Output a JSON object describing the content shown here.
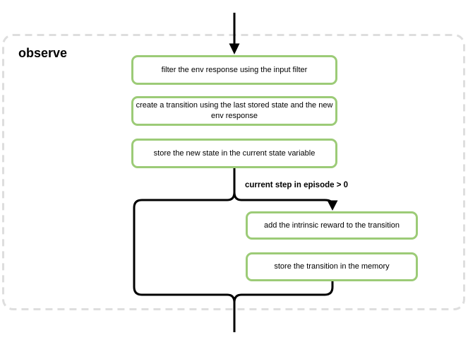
{
  "diagram": {
    "title": "observe",
    "nodes": [
      {
        "id": "filter",
        "label": "filter the env response using the input filter"
      },
      {
        "id": "create",
        "label": "create a transition using the last stored state and the new env response"
      },
      {
        "id": "store_state",
        "label": "store the new state in the current state variable"
      },
      {
        "id": "add_reward",
        "label": "add the intrinsic reward to the transition"
      },
      {
        "id": "store_memory",
        "label": "store the transition in the memory"
      }
    ],
    "condition_label": "current step in episode > 0",
    "colors": {
      "node_border": "#9ccb77",
      "connector": "#000000",
      "container_border": "#dedede",
      "background": "#ffffff",
      "text": "#000000"
    }
  }
}
